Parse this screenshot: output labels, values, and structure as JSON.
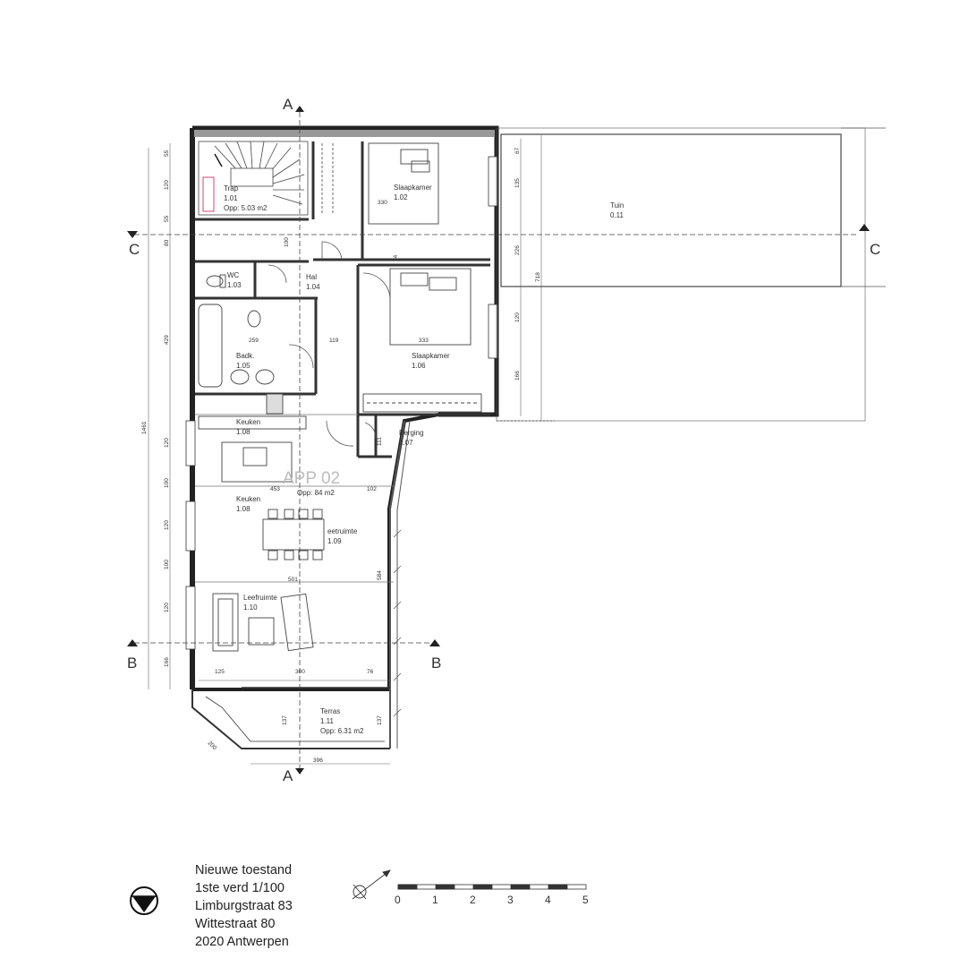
{
  "rooms": [
    {
      "name": "Trap",
      "id": "1.01",
      "area": "Opp: 5.03 m2"
    },
    {
      "name": "Slaapkamer",
      "id": "1.02",
      "dim": "330"
    },
    {
      "name": "WC",
      "id": "1.03"
    },
    {
      "name": "Hal",
      "id": "1.04"
    },
    {
      "name": "Badk.",
      "id": "1.05"
    },
    {
      "name": "Slaapkamer",
      "id": "1.06"
    },
    {
      "name": "Berging",
      "id": "1.07"
    },
    {
      "name": "Keuken",
      "id": "1.08"
    },
    {
      "name": "Keuken",
      "id": "1.08"
    },
    {
      "name": "eetruimte",
      "id": "1.09"
    },
    {
      "name": "Leefruimte",
      "id": "1.10"
    },
    {
      "name": "Terras",
      "id": "1.11",
      "area": "Opp: 6.31 m2"
    },
    {
      "name": "Tuin",
      "id": "0.11"
    }
  ],
  "unit": {
    "name": "APP 02",
    "area": "Opp: 84 m2"
  },
  "sections": {
    "a": "A",
    "b": "B",
    "c": "C"
  },
  "dims": {
    "left": [
      "55",
      "120",
      "55",
      "80",
      "429",
      "120",
      "100",
      "120",
      "100",
      "120",
      "166"
    ],
    "total_left": "1461",
    "right_tuin": [
      "67",
      "135",
      "226",
      "120",
      "166"
    ],
    "tuin_total": "718",
    "bottom": [
      "125",
      "300",
      "76"
    ],
    "terrace": [
      "137",
      "137",
      "396"
    ],
    "misc": [
      "259",
      "119",
      "333",
      "111",
      "453",
      "102",
      "501",
      "584",
      "200",
      "14",
      "100"
    ]
  },
  "legend": {
    "line1": "Nieuwe toestand",
    "line2": "1ste verd  1/100",
    "line3": "Limburgstraat 83",
    "line4": "Wittestraat 80",
    "line5": "2020 Antwerpen"
  },
  "scale": {
    "ticks": [
      "0",
      "1",
      "2",
      "3",
      "4",
      "5"
    ]
  }
}
